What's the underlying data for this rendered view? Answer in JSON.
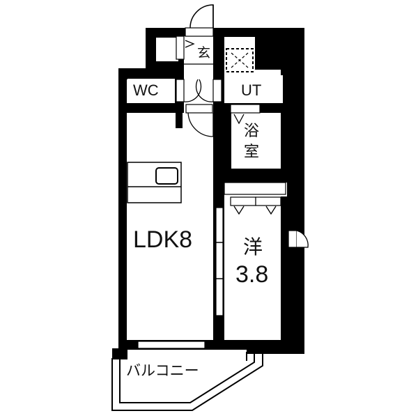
{
  "floor_plan": {
    "rooms": {
      "genkan": {
        "label": "玄"
      },
      "wc": {
        "label": "WC"
      },
      "ut": {
        "label": "UT"
      },
      "bath": {
        "label_line1": "浴",
        "label_line2": "室"
      },
      "ldk": {
        "label": "LDK8"
      },
      "western_room": {
        "label_line1": "洋",
        "label_line2": "3.8"
      },
      "balcony": {
        "label": "バルコニー"
      }
    },
    "colors": {
      "wall": "#000000",
      "background": "#ffffff",
      "line": "#000000"
    }
  }
}
